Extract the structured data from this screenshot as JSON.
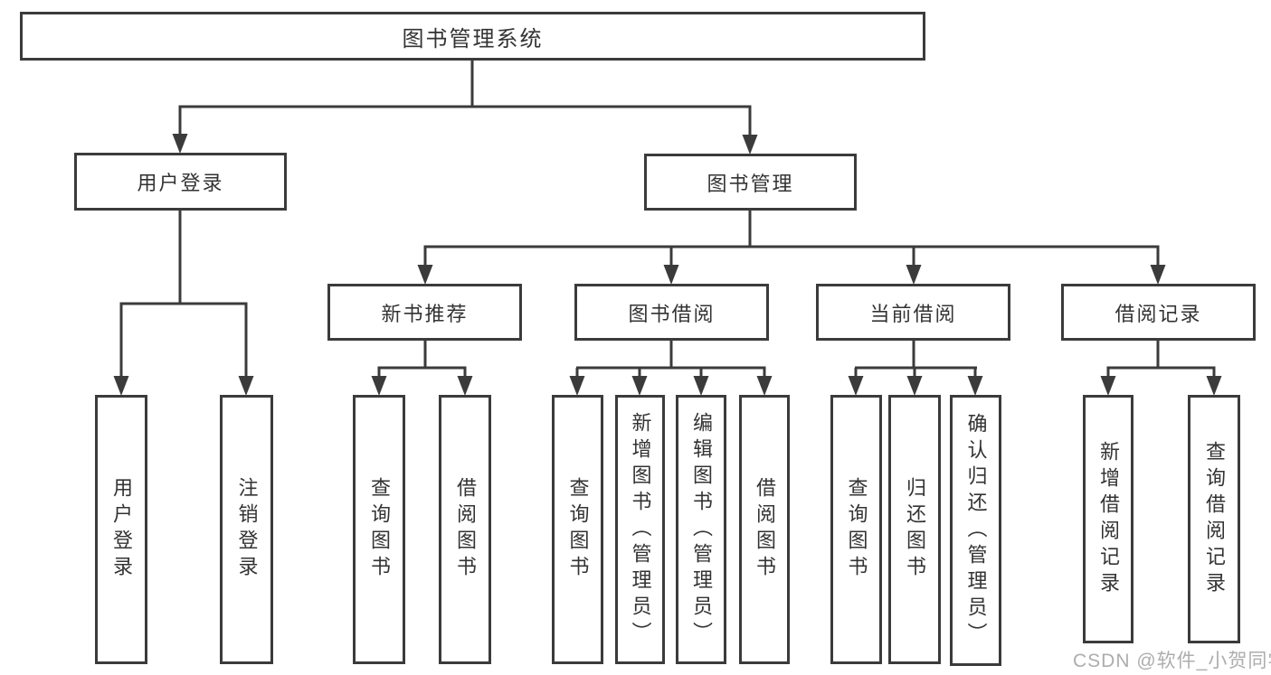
{
  "diagram_type": "hierarchy-tree",
  "tree": {
    "label": "图书管理系统",
    "children": [
      {
        "label": "用户登录",
        "children": [
          {
            "label": "用户登录"
          },
          {
            "label": "注销登录"
          }
        ]
      },
      {
        "label": "图书管理",
        "children": [
          {
            "label": "新书推荐",
            "children": [
              {
                "label": "查询图书"
              },
              {
                "label": "借阅图书"
              }
            ]
          },
          {
            "label": "图书借阅",
            "children": [
              {
                "label": "查询图书"
              },
              {
                "label": "新增图书（管理员）"
              },
              {
                "label": "编辑图书（管理员）"
              },
              {
                "label": "借阅图书"
              }
            ]
          },
          {
            "label": "当前借阅",
            "children": [
              {
                "label": "查询图书"
              },
              {
                "label": "归还图书"
              },
              {
                "label": "确认归还（管理员）"
              }
            ]
          },
          {
            "label": "借阅记录",
            "children": [
              {
                "label": "新增借阅记录"
              },
              {
                "label": "查询借阅记录"
              }
            ]
          }
        ]
      }
    ]
  },
  "watermark": {
    "text": "CSDN @软件_小贺同学"
  },
  "colors": {
    "line": "#3b3b3b",
    "text": "#333333",
    "watermark": "#a6a6a6",
    "background": "#ffffff"
  }
}
